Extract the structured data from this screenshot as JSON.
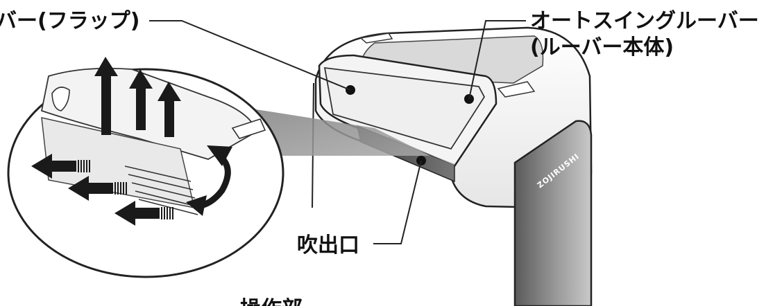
{
  "labels": {
    "flap_louver": "バー(フラップ)",
    "auto_swing_louver_line1": "オートスイングルーバー",
    "auto_swing_louver_line2": "(ルーバー本体)",
    "outlet": "吹出口",
    "operation_partial": "操作部"
  },
  "brand": "ZOJIRUSHI",
  "colors": {
    "outline": "#222222",
    "arrow": "#1a1a1a",
    "panel_dark": "#5e5e5e",
    "panel_light": "#bdbdbd",
    "shadow_beam": "#8c8c8c"
  }
}
